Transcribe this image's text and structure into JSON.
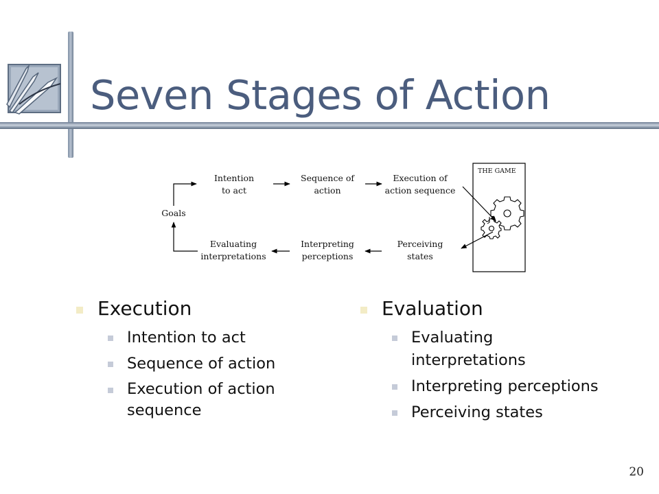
{
  "slide": {
    "title": "Seven Stages of Action",
    "page_number": "20"
  },
  "diagram": {
    "goals": "Goals",
    "intention": [
      "Intention",
      "to act"
    ],
    "sequence": [
      "Sequence of",
      "action"
    ],
    "execution": [
      "Execution of",
      "action sequence"
    ],
    "perceiving": [
      "Perceiving",
      "states"
    ],
    "interpreting": [
      "Interpreting",
      "perceptions"
    ],
    "evaluating": [
      "Evaluating",
      "interpretations"
    ],
    "world_label": "THE GAME"
  },
  "execution": {
    "heading": "Execution",
    "items": [
      "Intention to act",
      "Sequence of action",
      "Execution of action sequence"
    ]
  },
  "evaluation": {
    "heading": "Evaluation",
    "items": [
      "Evaluating interpretations",
      "Interpreting perceptions",
      "Perceiving states"
    ]
  },
  "colors": {
    "title": "#4b5d7e",
    "bullet_level1": "#f3ecc6",
    "bullet_level2": "#c5cbd8"
  }
}
